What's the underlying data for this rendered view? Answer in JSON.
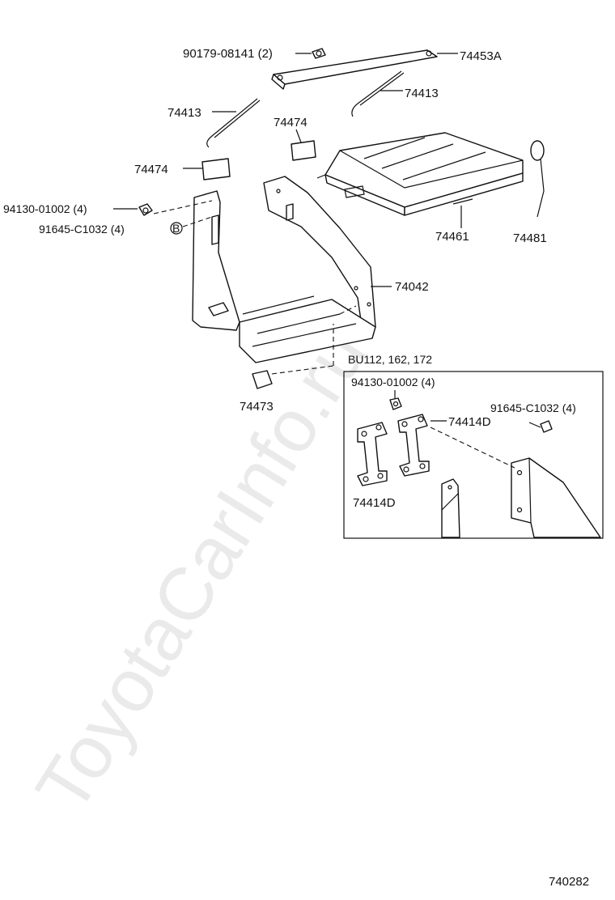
{
  "watermark": "ToyotaCarInfo.ru",
  "labels": {
    "l_90179": "90179-08141 (2)",
    "l_74453A": "74453A",
    "l_74413_left": "74413",
    "l_74413_right": "74413",
    "l_74474_top": "74474",
    "l_74474_left": "74474",
    "l_94130": "94130-01002 (4)",
    "l_91645": "91645-C1032 (4)",
    "l_B": "B",
    "l_74461": "74461",
    "l_74481": "74481",
    "l_74042": "74042",
    "l_74473": "74473"
  },
  "inset": {
    "title": "BU112, 162, 172",
    "l_94130": "94130-01002 (4)",
    "l_91645": "91645-C1032 (4)",
    "l_74414D_right": "74414D",
    "l_74414D_left": "74414D"
  },
  "figure_number": "740282"
}
